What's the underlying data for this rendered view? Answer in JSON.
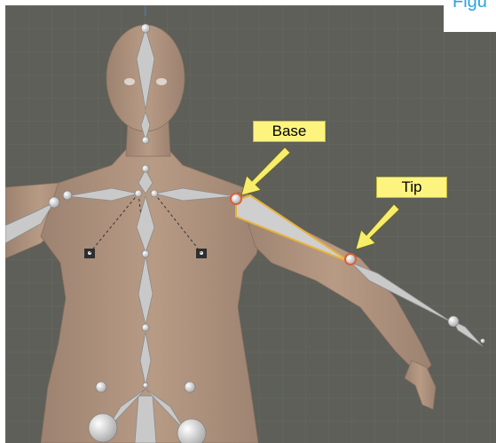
{
  "figure": {
    "caption": "Figu"
  },
  "viewport": {
    "background_color": "#5d5f58",
    "grid_color": "#686a63",
    "skin_color": "#b39680",
    "bone_color": "#c9c9c9",
    "selected_bone_outline": "#e7b23a"
  },
  "labels": {
    "base": "Base",
    "tip": "Tip",
    "label_color": "#fdf47f",
    "arrow_color": "#f6ee6a"
  }
}
